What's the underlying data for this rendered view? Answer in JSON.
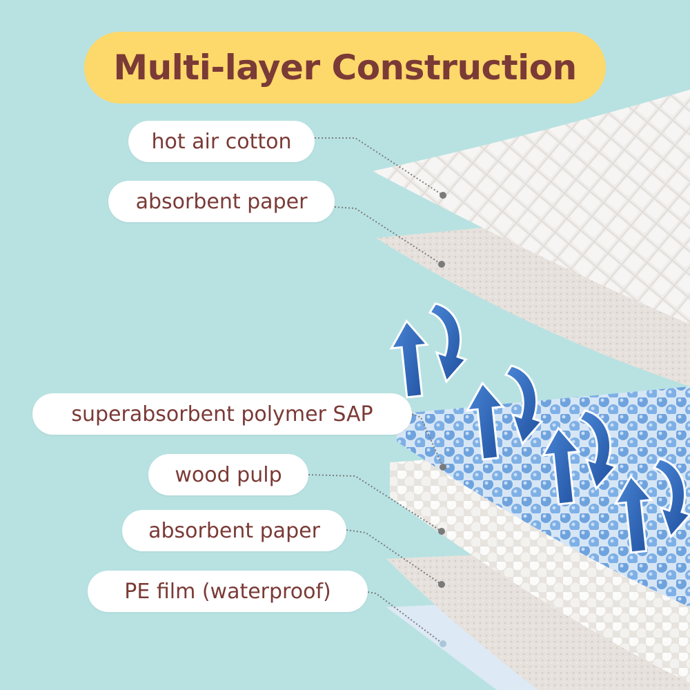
{
  "title": "Multi-layer Construction",
  "layers": [
    {
      "label": "hot air cotton"
    },
    {
      "label": "absorbent paper"
    },
    {
      "label": "superabsorbent polymer SAP"
    },
    {
      "label": "wood pulp"
    },
    {
      "label": "absorbent paper"
    },
    {
      "label": "PE film (waterproof)"
    }
  ],
  "colors": {
    "background": "#b8e2e2",
    "title_pill": "#fdd86a",
    "text": "#7a3a36",
    "sap_bead": "#6fa3de",
    "arrow": "#2c63b4",
    "pe_film": "#dde9f4"
  }
}
